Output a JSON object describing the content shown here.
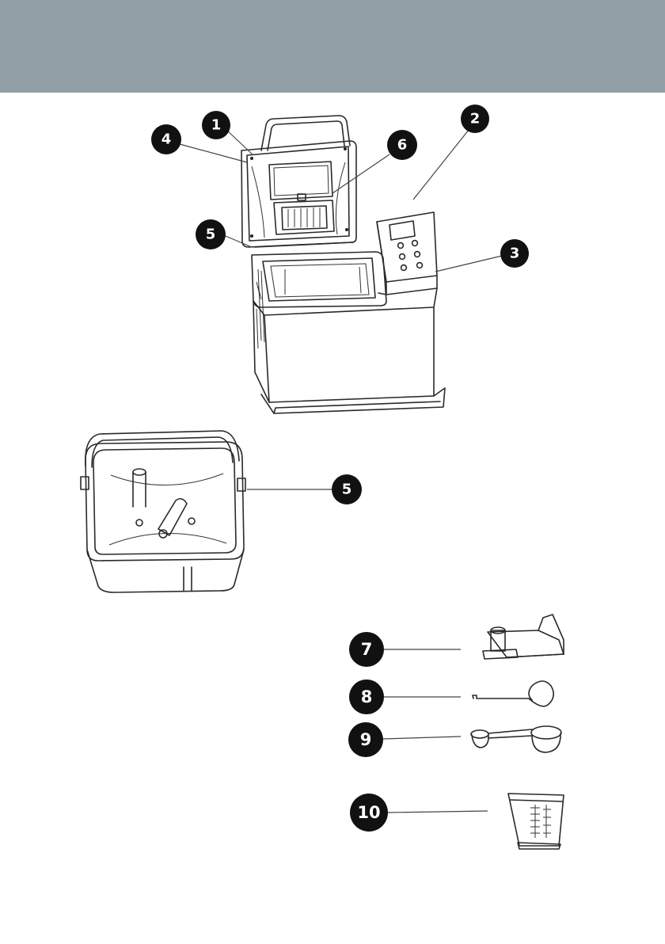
{
  "header": {
    "band_color": "#909fa6"
  },
  "callouts": {
    "c1": "1",
    "c2": "2",
    "c3": "3",
    "c4": "4",
    "c5_machine": "5",
    "c6": "6",
    "c5_pan": "5",
    "c7": "7",
    "c8": "8",
    "c9": "9",
    "c10": "10"
  },
  "icons": {
    "machine": "bread-maker-icon",
    "pan": "bread-pan-icon",
    "kneading_blade": "kneading-blade-icon",
    "hook": "blade-removal-hook-icon",
    "spoon": "measuring-spoon-icon",
    "cup": "measuring-cup-icon"
  }
}
